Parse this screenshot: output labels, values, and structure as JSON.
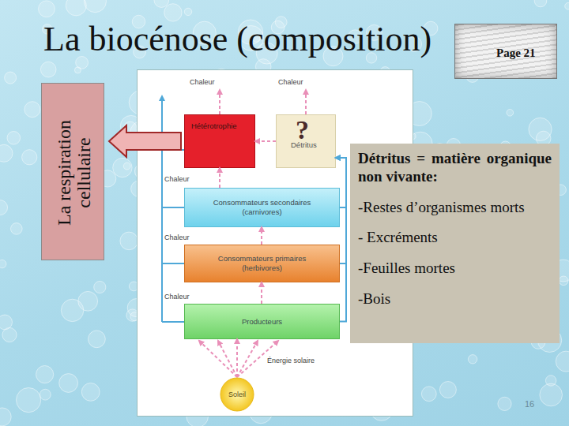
{
  "diagram": {
    "title": "La biocénose (composition)",
    "nodes": [
      {
        "text": [
          "Hétérotrophie"
        ]
      },
      {
        "text": [
          "?",
          "Détritus"
        ]
      },
      {
        "text": [
          "Consommateurs secondaires",
          "(carnivores)"
        ]
      },
      {
        "text": [
          "Consommateurs primaires",
          "(herbivores)"
        ]
      },
      {
        "text": [
          "Producteurs"
        ]
      },
      {
        "text": [
          "Soleil"
        ]
      },
      {
        "text": [
          "La respiration cellulaire"
        ]
      },
      {
        "text": [
          "Détritus = matière organique non vivante:",
          "-Restes d’organismes morts",
          "- Excréments",
          "-Feuilles mortes",
          "-Bois"
        ]
      },
      {
        "text": [
          "Page 21"
        ]
      }
    ],
    "edges": [
      {
        "from": 5,
        "to": 4,
        "label": "Énergie solaire",
        "arrow": "to"
      },
      {
        "from": 4,
        "to": 3,
        "arrow": "to"
      },
      {
        "from": 3,
        "to": 2,
        "arrow": "to"
      },
      {
        "from": 2,
        "to": 0,
        "arrow": "to"
      },
      {
        "from": 1,
        "to": 0,
        "arrow": "to"
      },
      {
        "from": 4,
        "to": 1,
        "arrow": "to"
      },
      {
        "from": 3,
        "to": 1,
        "arrow": "to"
      },
      {
        "from": 2,
        "to": 1,
        "arrow": "to"
      },
      {
        "from": 0,
        "to": 6,
        "arrow": "to"
      }
    ],
    "labels": [
      "Chaleur",
      "Chaleur",
      "Chaleur",
      "Chaleur",
      "Chaleur",
      "16"
    ]
  }
}
